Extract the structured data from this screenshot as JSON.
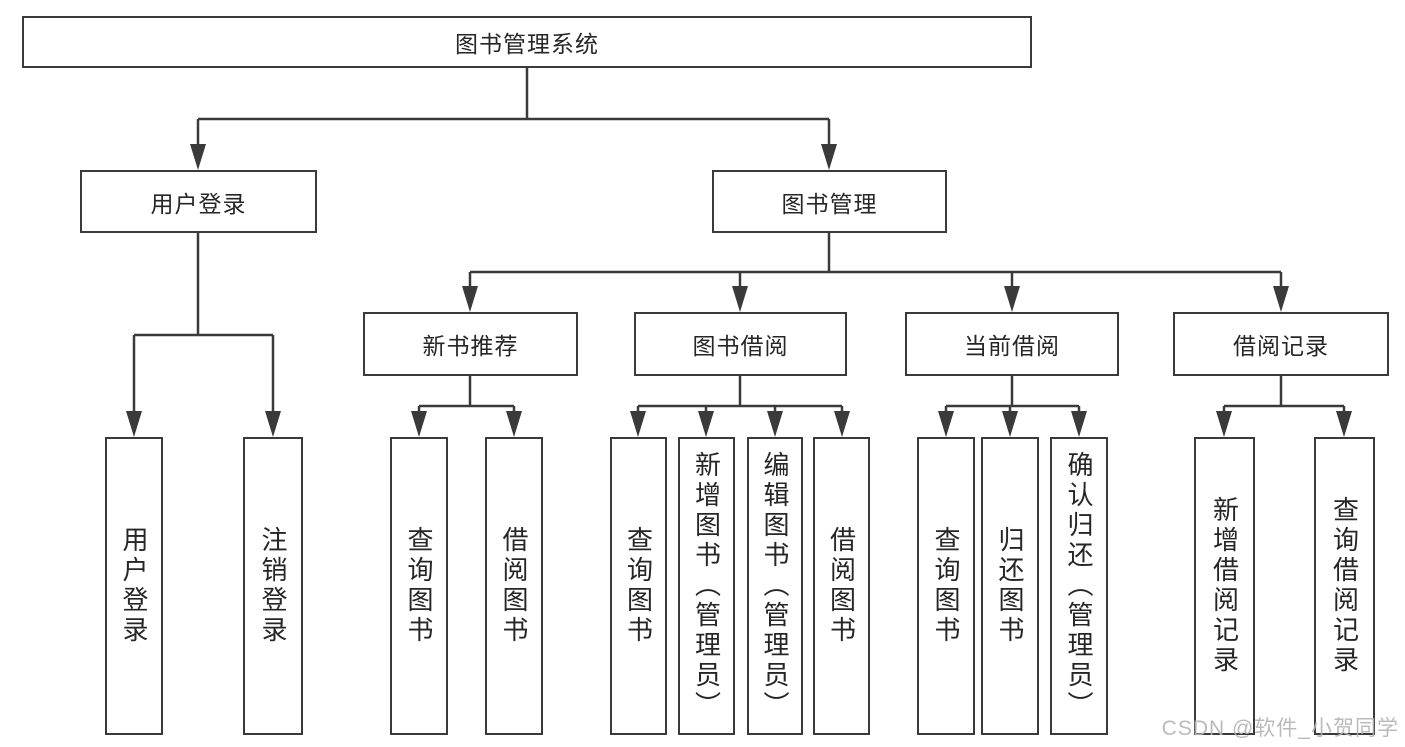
{
  "nodes": {
    "root": "图书管理系统",
    "level2": [
      "用户登录",
      "图书管理"
    ],
    "level3": [
      "新书推荐",
      "图书借阅",
      "当前借阅",
      "借阅记录"
    ],
    "leaves": {
      "login": [
        "用户登录",
        "注销登录"
      ],
      "recommend": [
        "查询图书",
        "借阅图书"
      ],
      "borrow": [
        "查询图书",
        "新增图书（管理员）",
        "编辑图书（管理员）",
        "借阅图书"
      ],
      "current": [
        "查询图书",
        "归还图书",
        "确认归还（管理员）"
      ],
      "records": [
        "新增借阅记录",
        "查询借阅记录"
      ]
    }
  },
  "watermark": "CSDN @软件_小贺同学",
  "colors": {
    "line": "#3a3a3a",
    "text": "#262626",
    "watermark": "#b2b2b2",
    "background": "#ffffff"
  }
}
